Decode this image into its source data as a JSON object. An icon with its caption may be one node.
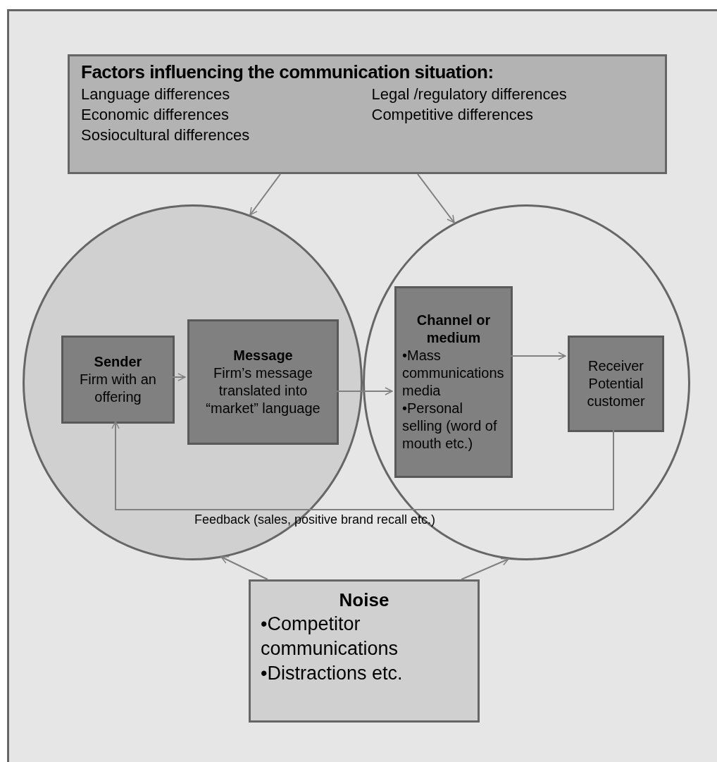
{
  "diagram": {
    "nodes": [
      {
        "text": [
          "Factors influencing the communication situation:",
          "Language differences",
          "Legal /regulatory differences",
          "Economic differences",
          "Competitive differences",
          "Sosiocultural differences"
        ]
      },
      {
        "text": [],
        "shape": "circle"
      },
      {
        "text": [],
        "shape": "circle"
      },
      {
        "text": [
          "Sender",
          "Firm with an offering"
        ],
        "in": 1
      },
      {
        "text": [
          "Message",
          "Firm’s message translated into “market” language"
        ],
        "in": 1
      },
      {
        "text": [
          "Channel or medium",
          "•Mass communications media",
          "•Personal selling (word of mouth etc.)"
        ],
        "in": 2
      },
      {
        "text": [
          "Receiver",
          "Potential customer"
        ],
        "in": 2
      },
      {
        "text": [
          "Noise",
          "•Competitor communications",
          "•Distractions etc."
        ]
      }
    ],
    "edges": [
      {
        "from": 0,
        "to": 1,
        "arrow": "to"
      },
      {
        "from": 0,
        "to": 2,
        "arrow": "to"
      },
      {
        "from": 3,
        "to": 4,
        "arrow": "to"
      },
      {
        "from": 4,
        "to": 5,
        "arrow": "to"
      },
      {
        "from": 5,
        "to": 6,
        "arrow": "to"
      },
      {
        "from": 6,
        "to": 3,
        "arrow": "to",
        "label": "Feedback (sales, positive brand recall etc.)"
      },
      {
        "from": 7,
        "to": 1,
        "arrow": "to"
      },
      {
        "from": 7,
        "to": 2,
        "arrow": "to"
      }
    ]
  }
}
